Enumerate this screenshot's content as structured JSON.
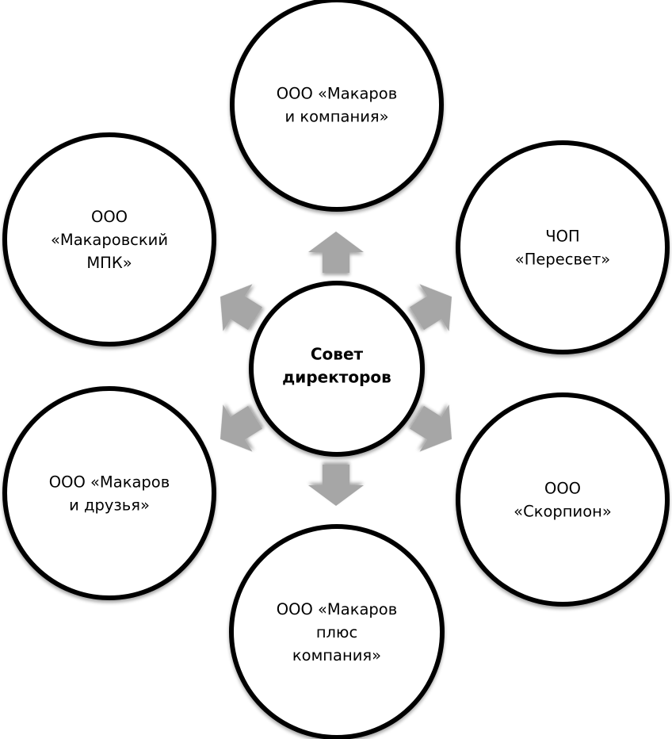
{
  "diagram": {
    "type": "radial-hub",
    "colors": {
      "circle_fill": "#ffffff",
      "circle_stroke": "#000000",
      "arrow_fill": "#a6a6a6",
      "text": "#000000"
    },
    "center": {
      "label_lines": [
        "Совет",
        "директоров"
      ]
    },
    "nodes": [
      {
        "id": "top",
        "label_lines": [
          "ООО «Макаров",
          "и компания»"
        ],
        "direction": "up"
      },
      {
        "id": "top-right",
        "label_lines": [
          "ЧОП",
          "«Пересвет»"
        ],
        "direction": "up-right"
      },
      {
        "id": "bottom-right",
        "label_lines": [
          "ООО",
          "«Скорпион»"
        ],
        "direction": "down-right"
      },
      {
        "id": "bottom",
        "label_lines": [
          "ООО «Макаров",
          "плюс",
          "компания»"
        ],
        "direction": "down"
      },
      {
        "id": "bottom-left",
        "label_lines": [
          "ООО «Макаров",
          "и друзья»"
        ],
        "direction": "down-left"
      },
      {
        "id": "top-left",
        "label_lines": [
          "ООО",
          "«Макаровский",
          "МПК»"
        ],
        "direction": "up-left"
      }
    ]
  }
}
